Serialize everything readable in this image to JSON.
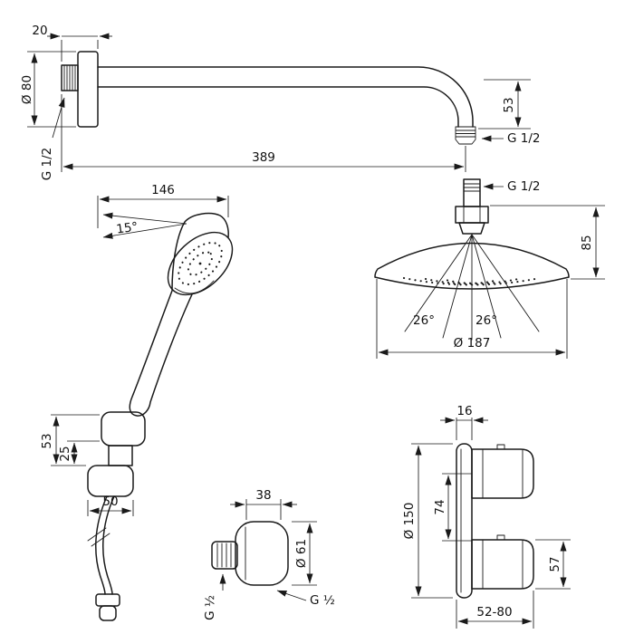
{
  "colors": {
    "ink": "#1a1a1a",
    "background": "#ffffff"
  },
  "drawing": {
    "shower_arm": {
      "wall_plate_depth": "20",
      "flange_diameter": "Ø 80",
      "wall_thread": "G 1/2",
      "length": "389",
      "outlet_drop": "53",
      "outlet_thread": "G 1/2"
    },
    "overhead": {
      "inlet_thread": "G 1/2",
      "height": "85",
      "spray_angle_left": "26°",
      "spray_angle_right": "26°",
      "diameter": "Ø 187"
    },
    "hand_shower": {
      "length": "146",
      "head_angle": "15°"
    },
    "holder": {
      "height": "53",
      "lower_offset": "25",
      "width": "50"
    },
    "wall_outlet": {
      "width": "38",
      "escutcheon_diameter": "Ø 61",
      "wall_thread": "G ½",
      "hose_thread": "G ½"
    },
    "thermostat": {
      "plate_depth": "16",
      "escutcheon_diameter": "Ø 150",
      "handle_spacing": "74",
      "handle_diameter": "57",
      "mounting_range": "52-80"
    }
  }
}
